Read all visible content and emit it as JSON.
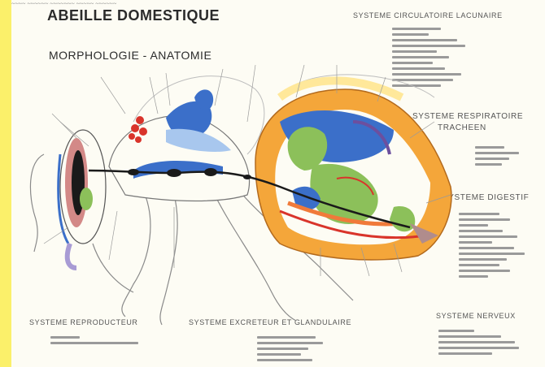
{
  "poster": {
    "title": "ABEILLE DOMESTIQUE",
    "subtitle": "MORPHOLOGIE - ANATOMIE",
    "sections": {
      "circulatory": "SYSTEME CIRCULATOIRE LACUNAIRE",
      "respiratory_1": "SYSTEME RESPIRATOIRE",
      "respiratory_2": "TRACHEEN",
      "digestive": "SYSTEME DIGESTIF",
      "reproductive": "SYSTEME REPRODUCTEUR",
      "excretory": "SYSTEME EXCRETEUR ET GLANDULAIRE",
      "nervous": "SYSTEME NERVEUX"
    },
    "colors": {
      "background": "#fbf06a",
      "paper": "#fdfcf4",
      "abdomen_orange": "#f4a63a",
      "blue_organ": "#3b6fc9",
      "green_organ": "#8cc05a",
      "red_vessel": "#d9342b",
      "nerve_black": "#1a1a1a"
    }
  }
}
